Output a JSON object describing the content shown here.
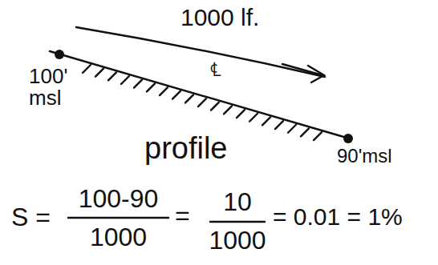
{
  "diagram": {
    "labels": [
      "1000 lf.",
      "℄",
      "100' msl",
      "90'msl",
      "profile",
      "S =",
      "100-90",
      "1000",
      "=",
      "10",
      "1000",
      "= 0.01 = 1%"
    ]
  }
}
